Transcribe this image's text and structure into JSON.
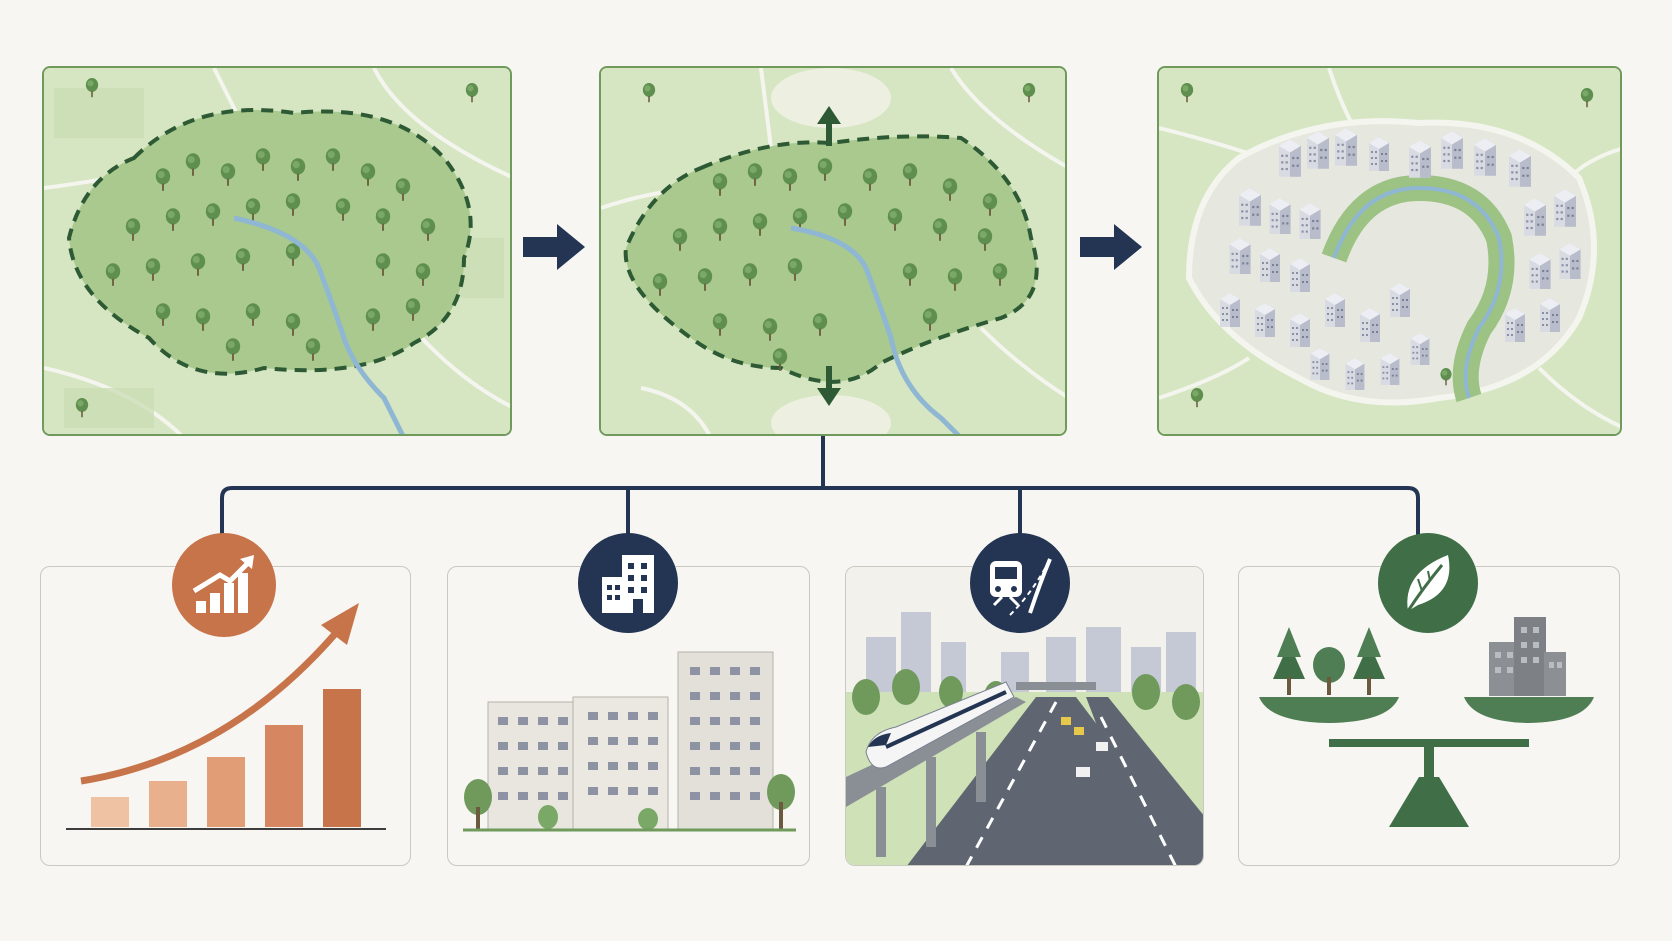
{
  "colors": {
    "background": "#f7f6f2",
    "map_field": "#d6e6c2",
    "forest": "#6f9a5c",
    "boundary": "#2d5a34",
    "navy": "#243553",
    "growth_orange": "#c8744a",
    "leaf_green": "#3f6e47"
  },
  "stages": [
    {
      "id": "stage-1",
      "icon": "forest-map-dashed-boundary"
    },
    {
      "id": "stage-2",
      "icon": "forest-map-expanding-boundary"
    },
    {
      "id": "stage-3",
      "icon": "urbanized-city-map"
    }
  ],
  "impacts": [
    {
      "id": "economic-growth",
      "icon": "rising-bar-chart-icon",
      "color": "#c8744a"
    },
    {
      "id": "housing",
      "icon": "apartment-building-icon",
      "color": "#243553"
    },
    {
      "id": "transport",
      "icon": "train-road-icon",
      "color": "#243553"
    },
    {
      "id": "environment-balance",
      "icon": "leaf-icon",
      "color": "#3f6e47"
    }
  ]
}
